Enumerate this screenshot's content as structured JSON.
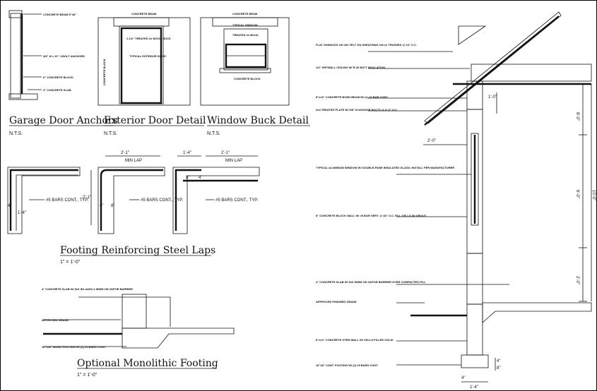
{
  "titles": {
    "garage": "Garage Door Anchors",
    "exterior": "Exterior Door Detail",
    "window": "Window Buck Detail",
    "footing_laps": "Footing Reinforcing Steel Laps",
    "monolithic": "Optional Monolithic Footing"
  },
  "scales": {
    "garage": "N.T.S.",
    "exterior": "N.T.S.",
    "window": "N.T.S.",
    "footing_laps": "1\" = 1'-0\"",
    "monolithic": "1\" = 1'-0\""
  },
  "garage_notes": [
    "CONCRETE BEAM 8\"x8\"",
    "3/8\" Ø x 10\" J-BOLT ANCHORS",
    "6\" CONCRETE BLOCK",
    "4\" CONCRETE SLAB"
  ],
  "exterior_notes": [
    "CONCRETE BEAM",
    "1-1/2\" TREATED 2x WOOD BUCK",
    "TYPICAL EXTERIOR DOOR",
    "CONCRETE BLOCK"
  ],
  "window_notes": [
    "CONCRETE BEAM",
    "TYPICAL WINDOW",
    "TREATED 2x BUCK",
    "CONCRETE BLOCK"
  ],
  "lap_dims": {
    "d1": "2'-1\"",
    "d2": "1'-4\"",
    "d3": "2'-1\"",
    "min_lap": "MIN LAP",
    "h": "2'-1\"",
    "d4": "4\"",
    "d5": "8\"",
    "d6": "1'-4\"",
    "bar": "#5 BARS CONT., TYP."
  },
  "mono_notes": [
    "4\" CONCRETE SLAB W/ 6x6 W1.4xW1.4 WWM ON VAPOR BARRIER",
    "APPROVED GRADE",
    "12\"x20\" MONO FOOTING W/ (2) #5 BARS CONT."
  ],
  "section_notes": [
    "FLAT SHINGLES ON 15# FELT ON SHEATHING ON 2x TRUSSES @ 24\" O.C.",
    "1/2\" DRYWALL CEILING W/ R-30 BATT INSULATION",
    "8\"x16\" CONCRETE BOND BEAM W/ (1) #5 BAR CONT.",
    "2x4 TREATED PLATE W/ 5/8\" Ø ANCHOR BOLTS @ 6'-0\" O.C.",
    "TYPICAL ALUMINUM WINDOW W/ DOUBLE-PANE INSULATED GLASS, INSTALL PER MANUFACTURER",
    "8\" CONCRETE BLOCK WALL W/ #5 BAR VERT. @ 48\" O.C. FILL CELLS W/ GROUT",
    "4\" CONCRETE SLAB W/ 6x6 WWM ON VAPOR BARRIER OVER COMPACTED FILL",
    "APPROVED FINISHED GRADE",
    "8\"x12\" CONCRETE STEM WALL W/ CELLS FILLED SOLID",
    "16\"x8\" CONT. FOOTING W/ (2) #5 BARS CONT."
  ],
  "section_dims": [
    "8'-0\"",
    "6'-0\"",
    "10'-0\"",
    "2'-0\"",
    "1'-0\"",
    "2'-0\"",
    "4\"",
    "8\"",
    "4\"",
    "1'-4\""
  ]
}
